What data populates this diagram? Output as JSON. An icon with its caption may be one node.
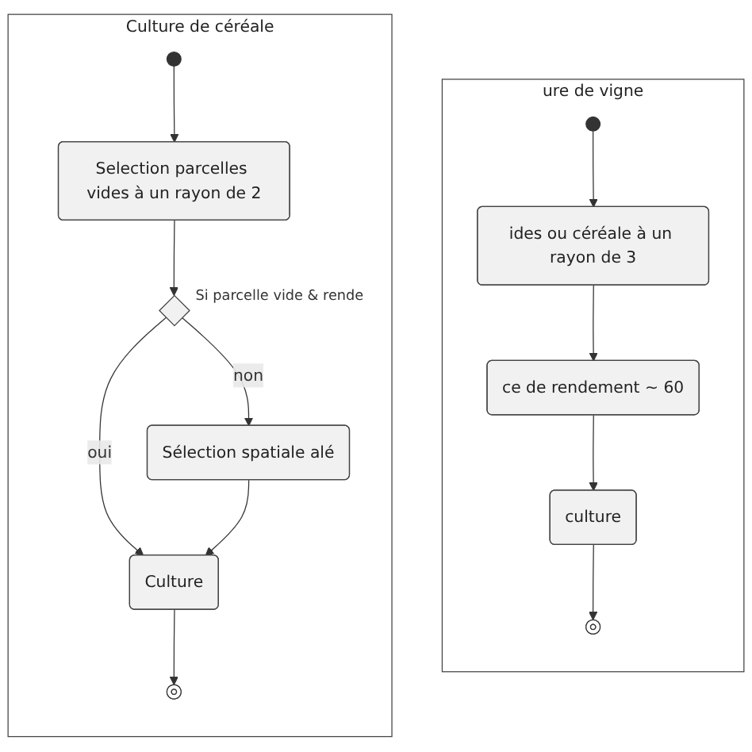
{
  "diagram": {
    "nodes": [
      {
        "text": [
          "ure de vigne"
        ]
      },
      {
        "text": [],
        "shape": "circle",
        "in": 0
      },
      {
        "text": [
          "ides ou céréale à un rayon de 3"
        ],
        "in": 0
      },
      {
        "text": [
          "ce de rendement ~ 60"
        ],
        "in": 0
      },
      {
        "text": [
          "culture"
        ],
        "in": 0
      },
      {
        "text": [],
        "shape": "circle",
        "in": 0
      },
      {
        "text": [
          "Culture de céréale"
        ]
      },
      {
        "text": [],
        "shape": "circle",
        "in": 6
      },
      {
        "text": [
          "Selection parcelles vides à un rayon de 2"
        ],
        "in": 6
      },
      {
        "text": [],
        "shape": "diamond",
        "beside": [
          "Si parcelle vide & rende"
        ],
        "in": 6
      },
      {
        "text": [
          "Culture"
        ],
        "in": 6
      },
      {
        "text": [
          "Sélection spatiale alé"
        ],
        "in": 6
      },
      {
        "text": [],
        "shape": "circle",
        "in": 6
      }
    ],
    "edges": [
      {
        "from": 1,
        "to": 2,
        "arrow": "to"
      },
      {
        "from": 2,
        "to": 3,
        "arrow": "to"
      },
      {
        "from": 3,
        "to": 4,
        "arrow": "to"
      },
      {
        "from": 4,
        "to": 5,
        "arrow": "to"
      },
      {
        "from": 7,
        "to": 8,
        "arrow": "to"
      },
      {
        "from": 8,
        "to": 9,
        "arrow": "to"
      },
      {
        "from": 9,
        "to": 10,
        "label": "oui",
        "arrow": "to"
      },
      {
        "from": 9,
        "to": 11,
        "label": "non",
        "arrow": "to"
      },
      {
        "from": 11,
        "to": 10,
        "arrow": "to"
      },
      {
        "from": 10,
        "to": 12,
        "arrow": "to"
      }
    ]
  }
}
